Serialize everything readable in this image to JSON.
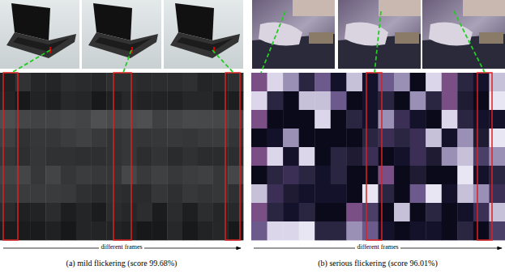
{
  "diagram": {
    "labels": [
      "different frames",
      "different frames",
      "(a) mild flickering (score 99.68%)",
      "(b) serious flickering (score 96.01%)"
    ]
  }
}
